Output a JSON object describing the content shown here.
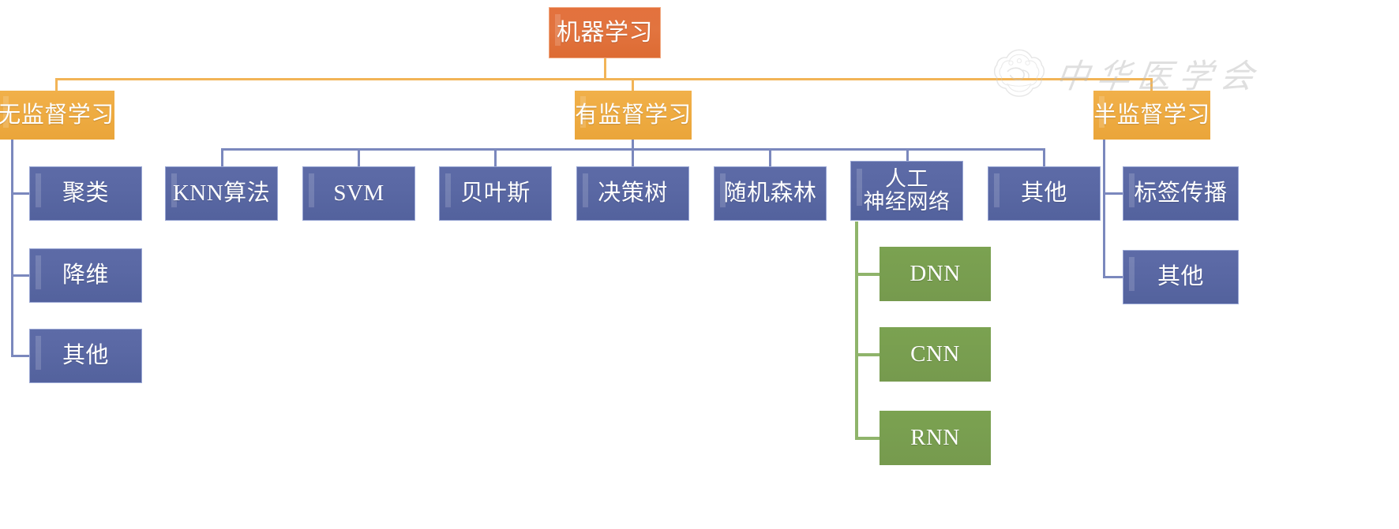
{
  "diagram": {
    "title": "机器学习",
    "type": "tree",
    "colors": {
      "root": "#e2743f",
      "level2": "#eeab41",
      "level3": "#5a68a4",
      "level4": "#769a4e",
      "connector_orange": "#f2b457",
      "connector_blue": "#7b88bd",
      "connector_green": "#8fb46b",
      "background": "#ffffff",
      "text": "#ffffff"
    },
    "root": {
      "label": "机器学习"
    },
    "branches": [
      {
        "label": "无监督学习",
        "children": [
          {
            "label": "聚类"
          },
          {
            "label": "降维"
          },
          {
            "label": "其他"
          }
        ]
      },
      {
        "label": "有监督学习",
        "children": [
          {
            "label": "KNN算法"
          },
          {
            "label": "SVM"
          },
          {
            "label": "贝叶斯"
          },
          {
            "label": "决策树"
          },
          {
            "label": "随机森林"
          },
          {
            "label": "人工\n神经网络",
            "children": [
              {
                "label": "DNN"
              },
              {
                "label": "CNN"
              },
              {
                "label": "RNN"
              }
            ]
          },
          {
            "label": "其他"
          }
        ]
      },
      {
        "label": "半监督学习",
        "children": [
          {
            "label": "标签传播"
          },
          {
            "label": "其他"
          }
        ]
      }
    ]
  },
  "watermark": {
    "text": "中华医学会",
    "seal_label": "seal-stamp"
  }
}
